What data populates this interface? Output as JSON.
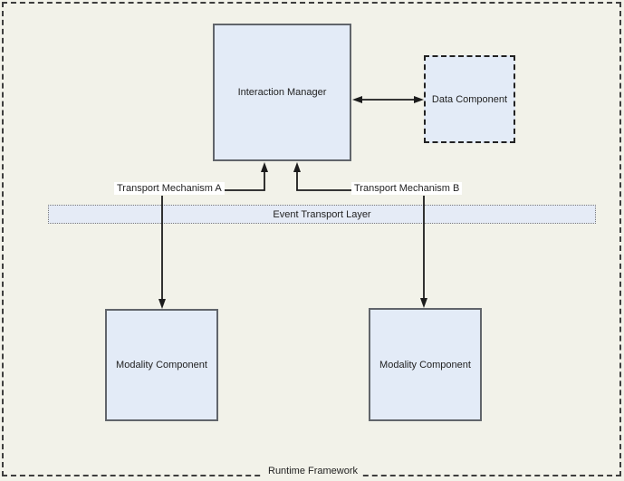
{
  "diagram": {
    "title": "Runtime Framework",
    "nodes": {
      "interaction_manager": {
        "label": "Interaction Manager"
      },
      "data_component": {
        "label": "Data Component"
      },
      "modality_component_left": {
        "label": "Modality Component"
      },
      "modality_component_right": {
        "label": "Modality Component"
      },
      "event_transport_layer": {
        "label": "Event Transport Layer"
      }
    },
    "connector_labels": {
      "transport_a": "Transport Mechanism A",
      "transport_b": "Transport Mechanism B"
    },
    "frame_label": "Runtime Framework",
    "colors": {
      "background": "#f2f2e9",
      "node_fill": "#e3ebf7",
      "node_border": "#61656b",
      "data_component_dashed_border": "#222222",
      "outer_frame_dashed_border": "#3e3e3e",
      "event_layer_fill": "#e5ebf6",
      "event_layer_dotted_border": "#7a7a7a",
      "connector_line": "#1c1c1c",
      "label_background": "#ffffff"
    }
  }
}
